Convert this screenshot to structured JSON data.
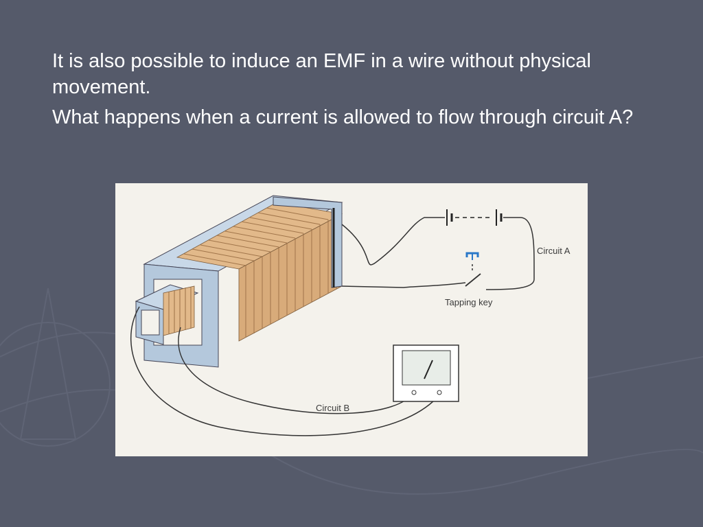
{
  "slide": {
    "paragraphs": [
      "It is also possible to induce an EMF in a wire without physical movement.",
      "What happens when a current is allowed to flow through circuit A?"
    ]
  },
  "diagram": {
    "labels": {
      "circuit_a": "Circuit A",
      "tapping_key": "Tapping key",
      "circuit_b": "Circuit B"
    }
  },
  "colors": {
    "background": "#555a6a",
    "text": "#ffffff",
    "coil": "#e2b98a",
    "core": "#b4c8dc",
    "key": "#2a78c8"
  }
}
